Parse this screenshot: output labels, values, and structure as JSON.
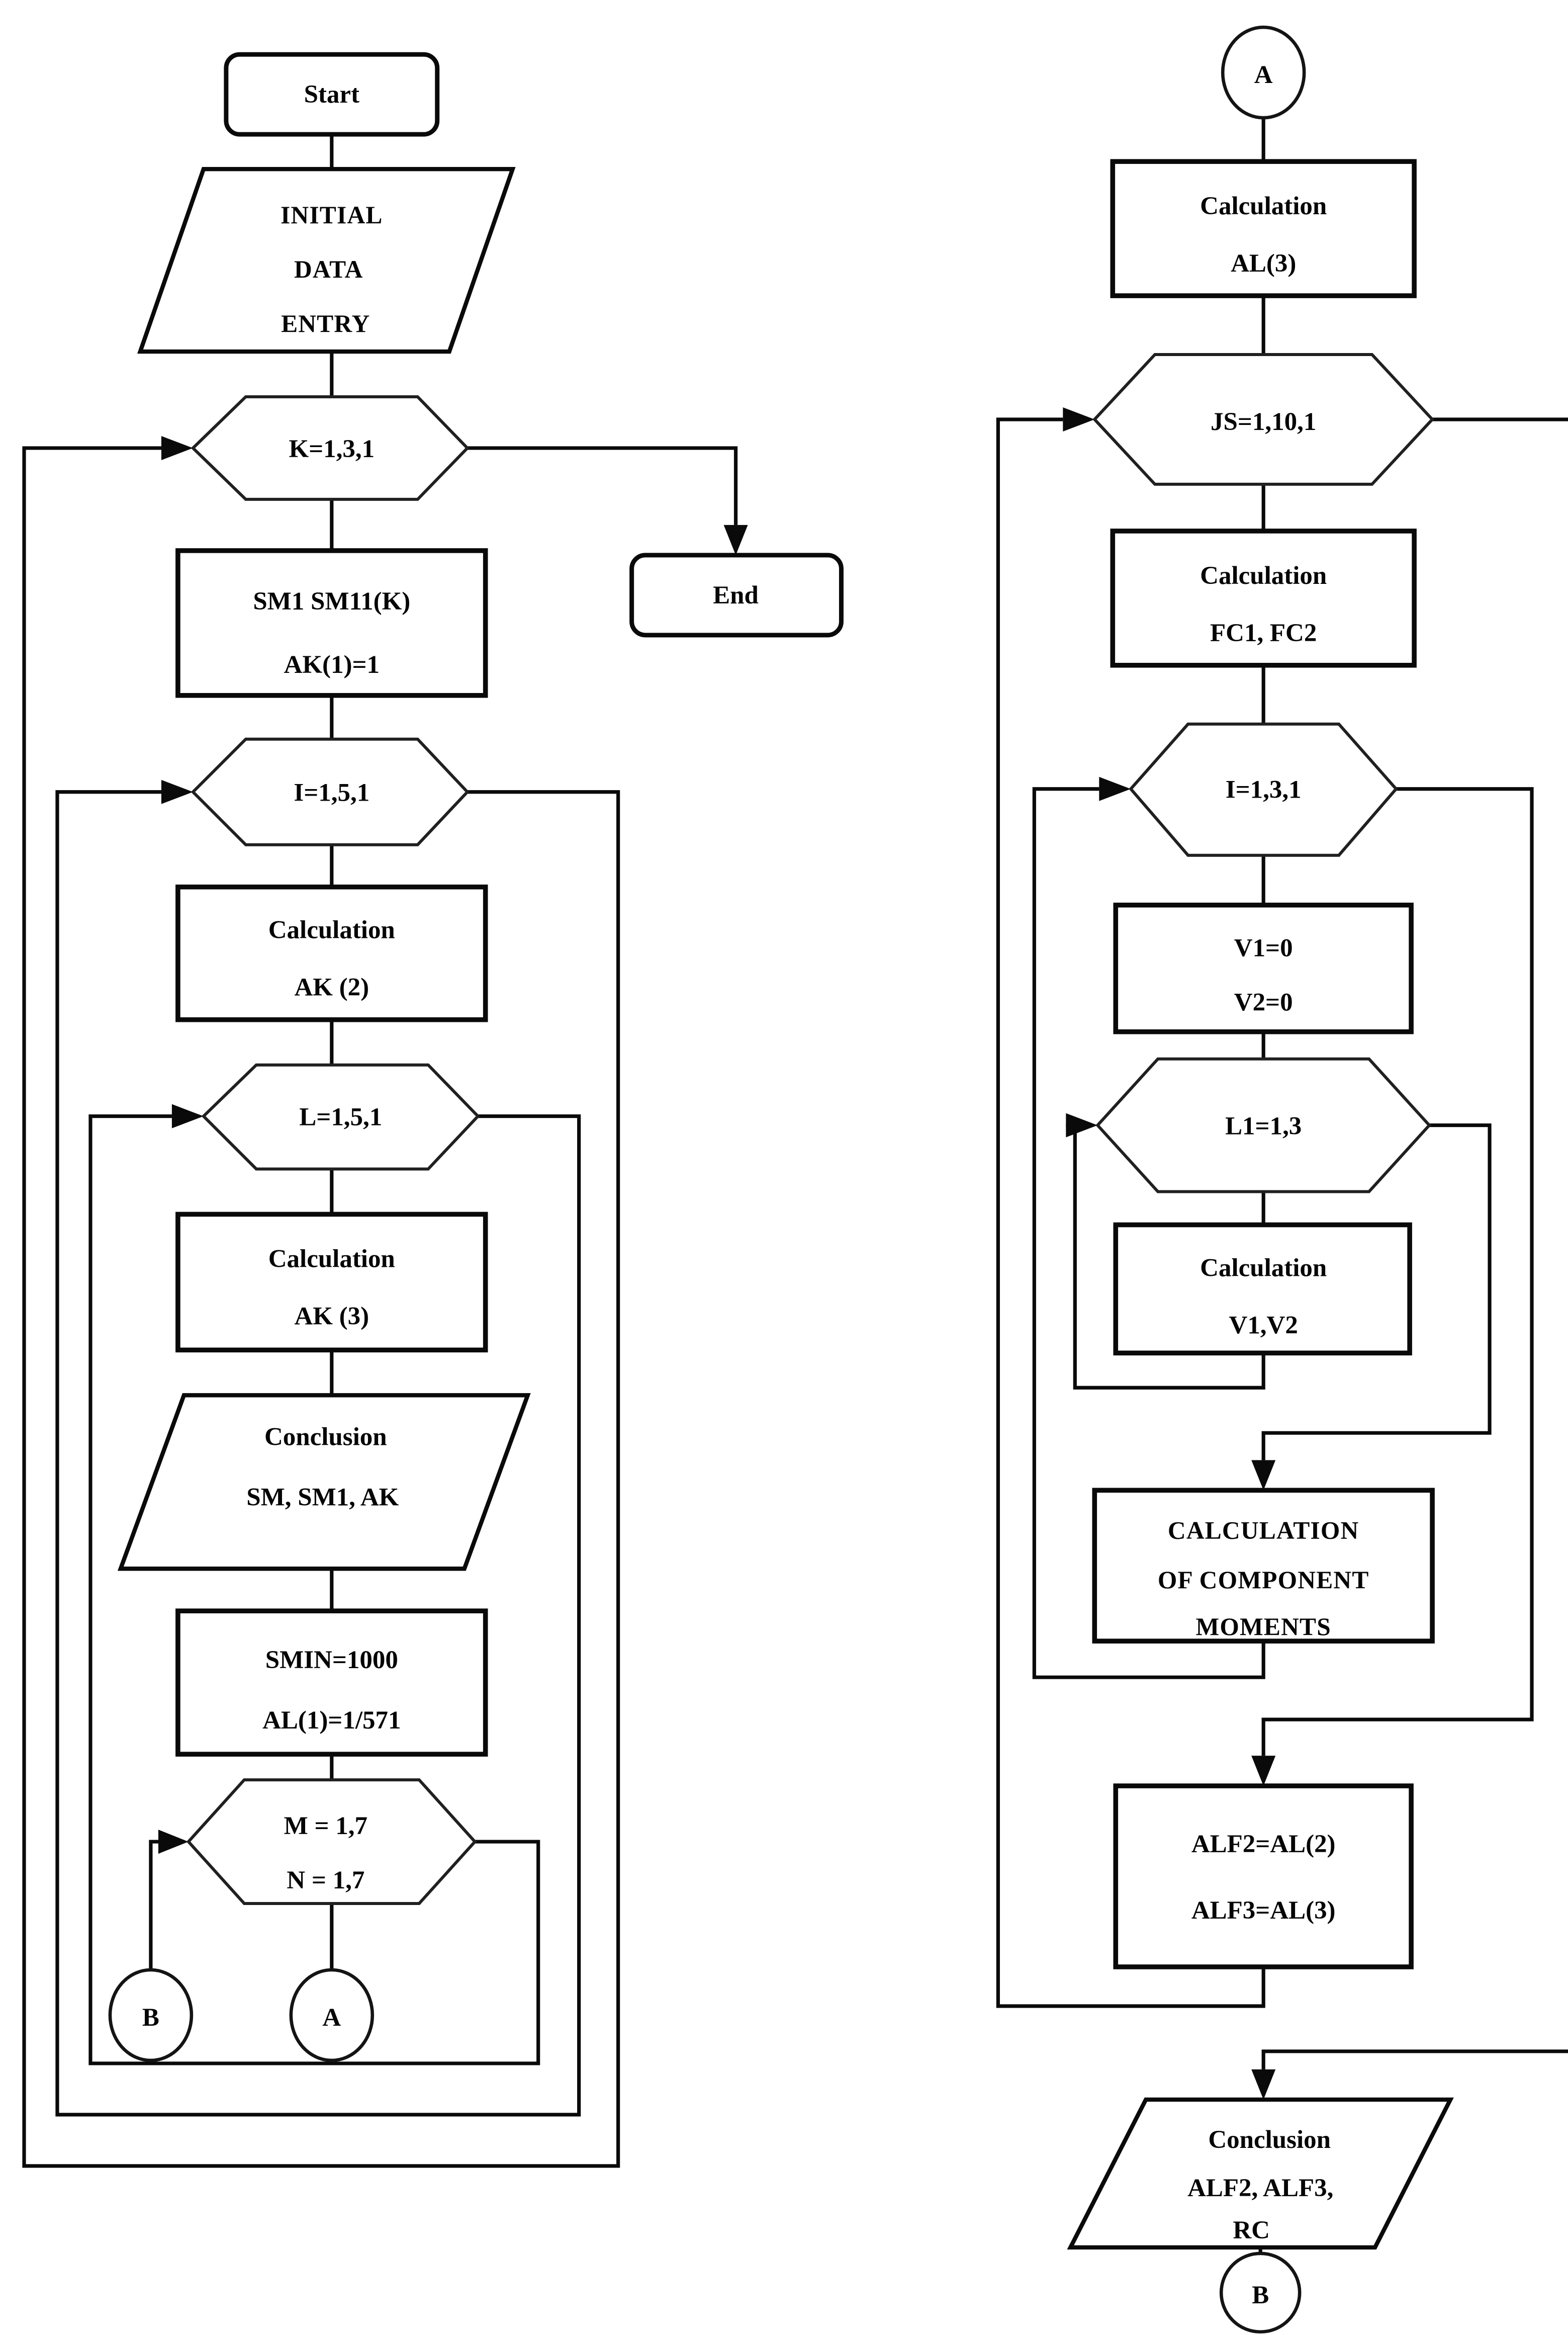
{
  "figure": {
    "background": "#ffffff",
    "stroke_color": "#0a0a0a",
    "description": "Two-column program flowchart with loop hexagons and connectors A and B"
  },
  "left": {
    "start_label": "Start",
    "initial_io": {
      "l1": "INITIAL",
      "l2": "DATA",
      "l3": "ENTRY"
    },
    "k_loop_label": "K=1,3,1",
    "end_label": "End",
    "sm1_box": {
      "l1": "SM1 SM11(K)",
      "l2": "AK(1)=1"
    },
    "i_loop_label": "I=1,5,1",
    "calc_ak2": {
      "l1": "Calculation",
      "l2": "AK (2)"
    },
    "l_loop_label": "L=1,5,1",
    "calc_ak3": {
      "l1": "Calculation",
      "l2": "AK (3)"
    },
    "conclusion_io": {
      "l1": "Conclusion",
      "l2": "SM, SM1, AK"
    },
    "smin_box": {
      "l1": "SMIN=1000",
      "l2": "AL(1)=1/571"
    },
    "mn_loop": {
      "l1": "M = 1,7",
      "l2": "N = 1,7"
    },
    "connector_b": "B",
    "connector_a": "A"
  },
  "right": {
    "connector_a": "A",
    "calc_al3": {
      "l1": "Calculation",
      "l2": "AL(3)"
    },
    "js_loop_label": "JS=1,10,1",
    "calc_fc": {
      "l1": "Calculation",
      "l2": "FC1, FC2"
    },
    "i_loop_label": "I=1,3,1",
    "v_box": {
      "l1": "V1=0",
      "l2": "V2=0"
    },
    "l1_loop_label": "L1=1,3",
    "calc_v": {
      "l1": "Calculation",
      "l2": "V1,V2"
    },
    "calc_moments": {
      "l1": "CALCULATION",
      "l2": "OF COMPONENT",
      "l3": "MOMENTS"
    },
    "alf_box": {
      "l1": "ALF2=AL(2)",
      "l2": "ALF3=AL(3)"
    },
    "conclusion_io": {
      "l1": "Conclusion",
      "l2": "ALF2, ALF3,",
      "l3": "RC"
    },
    "connector_b": "B"
  }
}
